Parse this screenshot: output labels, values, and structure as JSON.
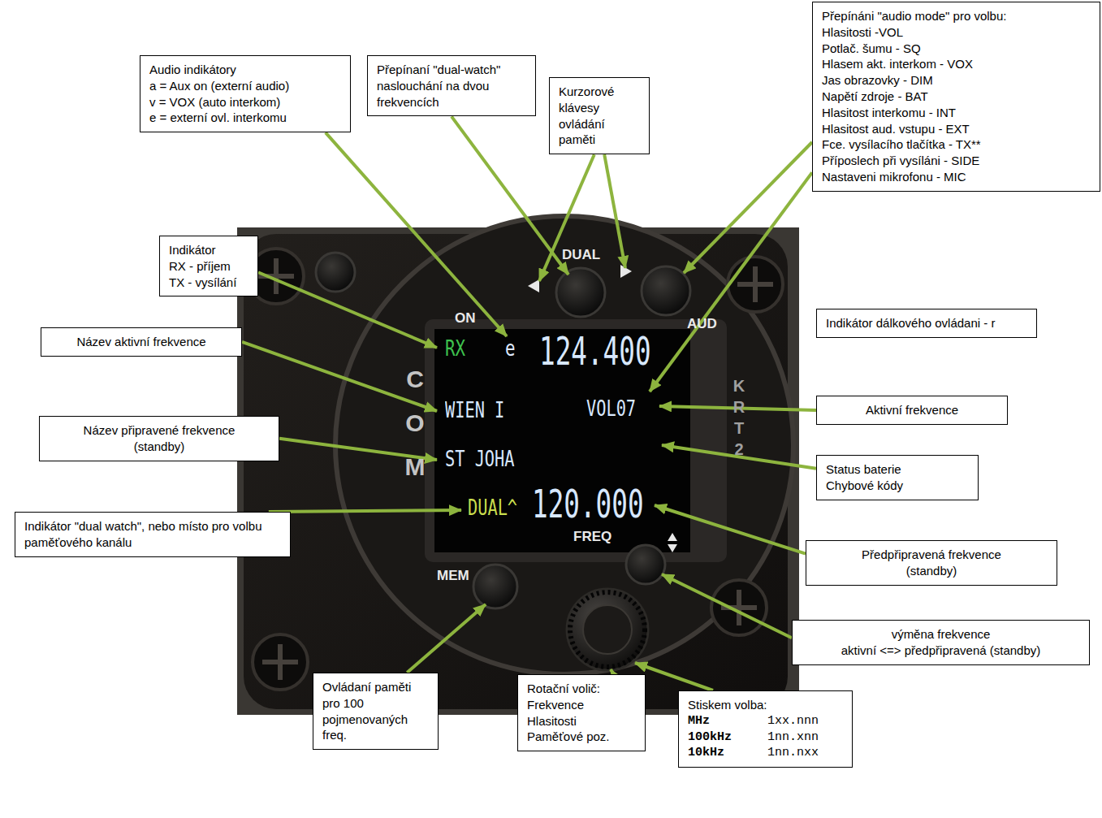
{
  "diagram": {
    "nodes": [
      {
        "text": [
          "Audio indikátory",
          "a = Aux on (externí audio)",
          "v = VOX (auto interkom)",
          "e = externí ovl. interkomu"
        ]
      },
      {
        "text": [
          "Přepínaní \"dual-watch\" naslouchání na dvou frekvencích"
        ]
      },
      {
        "text": [
          "Kurzorové klávesy ovládání paměti"
        ]
      },
      {
        "text": [
          "Přepínáni \"audio mode\" pro volbu:",
          "Hlasitosti -VOL",
          "Potlač. šumu - SQ",
          "Hlasem akt. interkom - VOX",
          "Jas obrazovky - DIM",
          "Napětí zdroje - BAT",
          "Hlasitost interkomu - INT",
          "Hlasitost aud. vstupu - EXT",
          "Fce. vysílacího tlačítka - TX**",
          "Příposlech při vysíláni - SIDE",
          "Nastaveni mikrofonu - MIC"
        ]
      },
      {
        "text": [
          "Indikátor",
          "RX - příjem",
          "TX - vysílání"
        ]
      },
      {
        "text": [
          "Název aktivní frekvence"
        ]
      },
      {
        "text": [
          "Indikátor dálkového ovládani - r"
        ]
      },
      {
        "text": [
          "Aktivní frekvence"
        ]
      },
      {
        "text": [
          "Název připravené frekvence",
          "(standby)"
        ]
      },
      {
        "text": [
          "Status baterie",
          "Chybové kódy"
        ]
      },
      {
        "text": [
          "Indikátor \"dual watch\", nebo místo pro volbu paměťového kanálu"
        ]
      },
      {
        "text": [
          "Předpřipravená frekvence",
          "(standby)"
        ]
      },
      {
        "text": [
          "výměna frekvence",
          "aktivní <=> předpřipravená (standby)"
        ]
      },
      {
        "text": [
          "Ovládaní paměti pro 100 pojmenovaných freq."
        ]
      },
      {
        "text": [
          "Rotační volič:",
          "Frekvence",
          "Hlasitosti",
          "Paměťové poz."
        ]
      },
      {
        "text": [
          "Stiskem volba:",
          "MHz",
          "1xx.nnn",
          "100kHz",
          "1nn.xnn",
          "10kHz",
          "1nn.nxx"
        ]
      }
    ],
    "labels": [
      "ON",
      "DUAL",
      "AUD",
      "COM",
      "RX",
      "e",
      "124.400",
      "WIEN I",
      "VOL07",
      "ST JOHA",
      "DUAL^",
      "120.000",
      "KRT2",
      "MEM",
      "FREQ"
    ]
  }
}
